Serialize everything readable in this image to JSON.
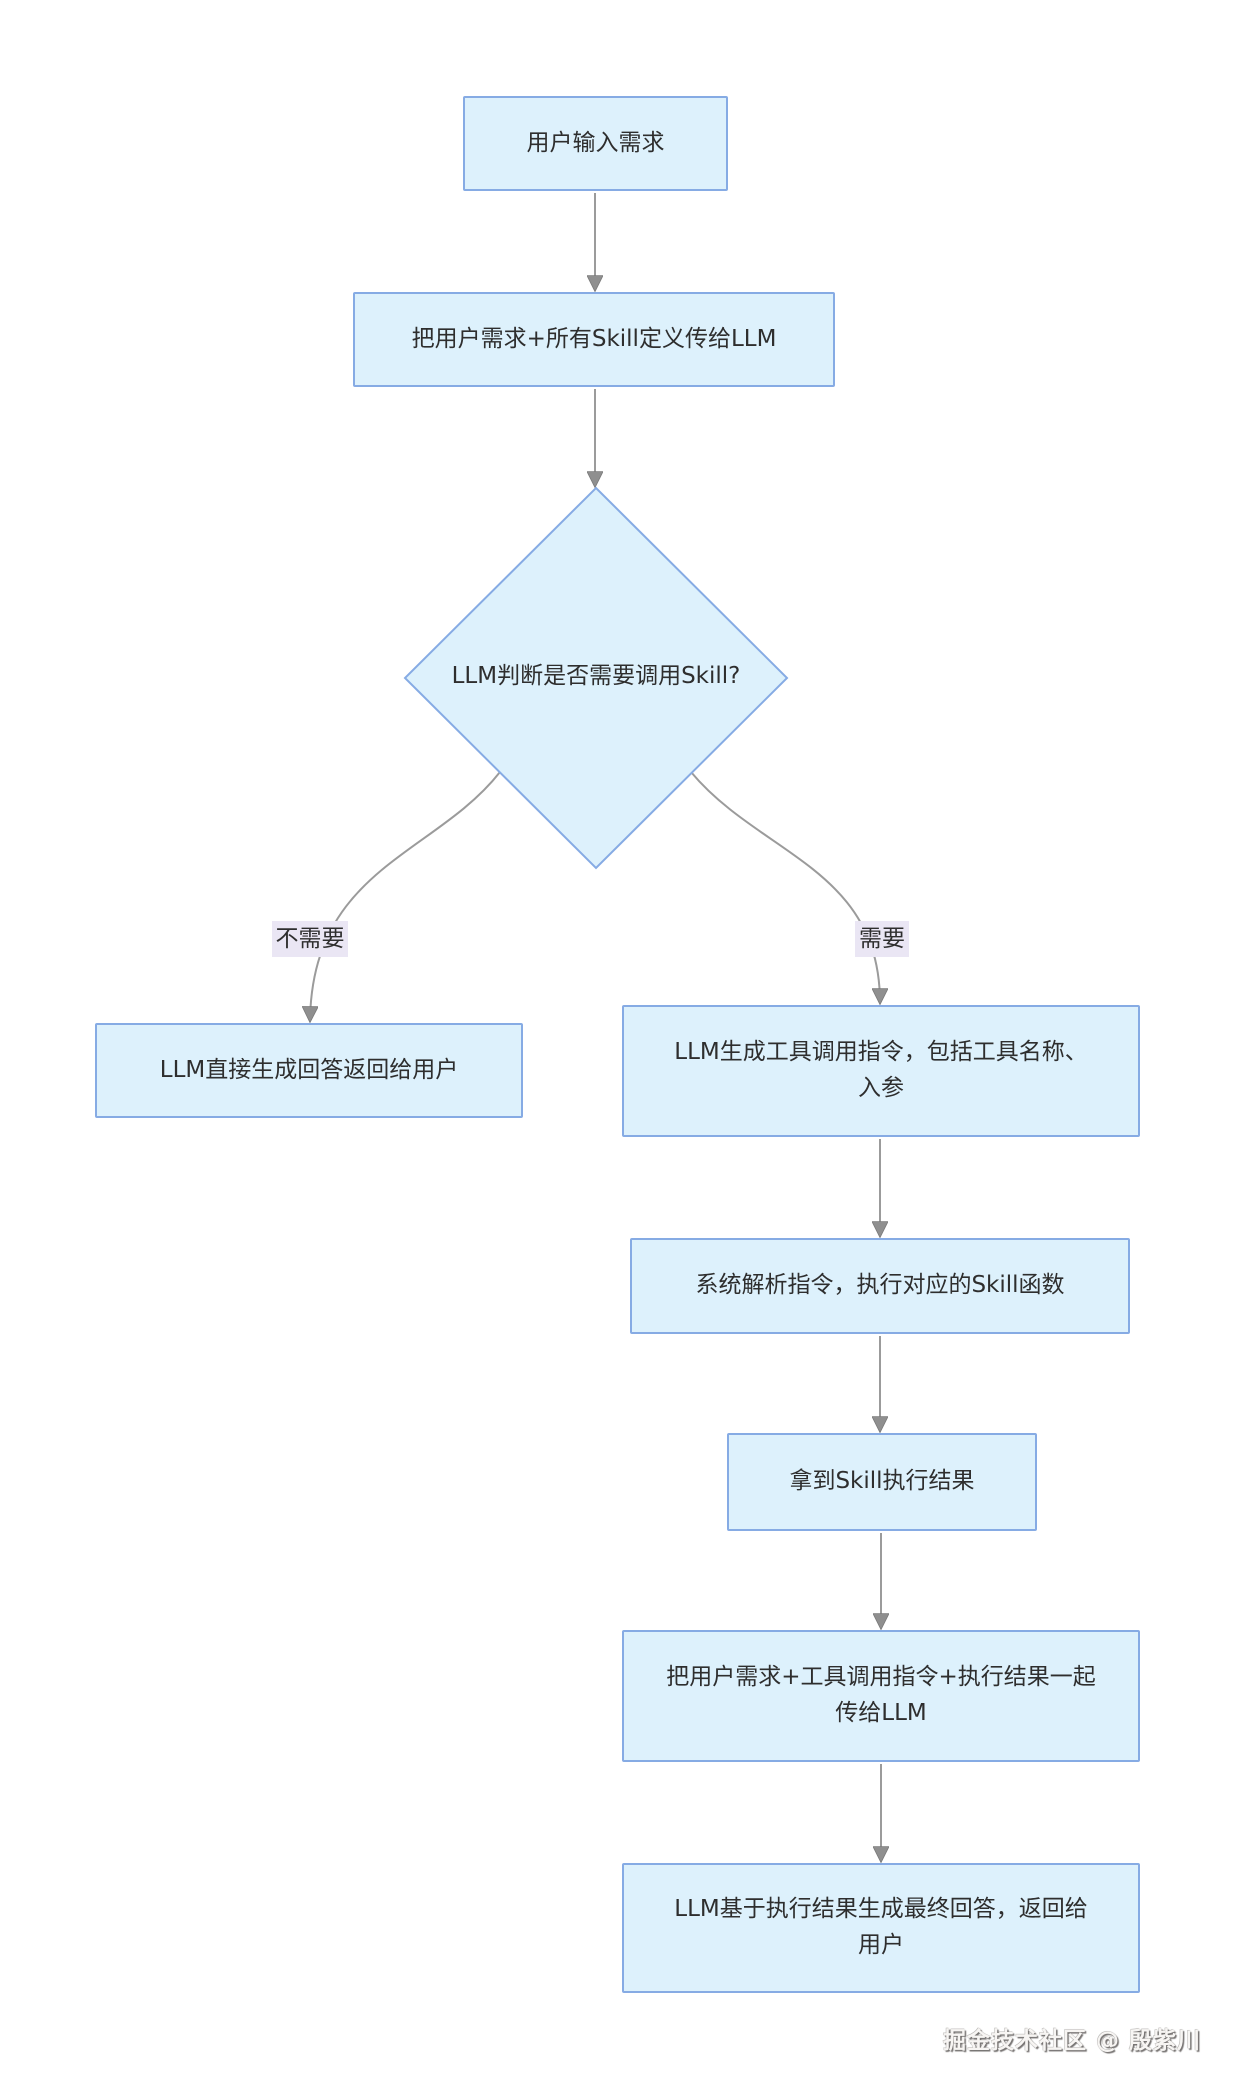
{
  "diagram": {
    "title_hint": "LLM Skill invocation flowchart",
    "colors": {
      "background": "#ffffff",
      "node_fill": "#ddf1fc",
      "node_border": "#86abe4",
      "connector": "#9b9b9b",
      "arrowhead": "#8f8f8f",
      "edge_label_bg": "#eae6f4",
      "text": "#2e2e2e"
    },
    "nodes": {
      "start": "用户输入需求",
      "pass_to_llm": "把用户需求+所有Skill定义传给LLM",
      "decision": "LLM判断是否需要调用Skill?",
      "direct_answer": "LLM直接生成回答返回给用户",
      "gen_tool_call": "LLM生成工具调用指令，包括工具名称、入参",
      "exec_skill": "系统解析指令，执行对应的Skill函数",
      "get_result": "拿到Skill执行结果",
      "pass_back": "把用户需求+工具调用指令+执行结果一起传给LLM",
      "final_answer": "LLM基于执行结果生成最终回答，返回给用户"
    },
    "edge_labels": {
      "no": "不需要",
      "yes": "需要"
    },
    "watermark": "掘金技术社区 @ 殷紫川"
  }
}
